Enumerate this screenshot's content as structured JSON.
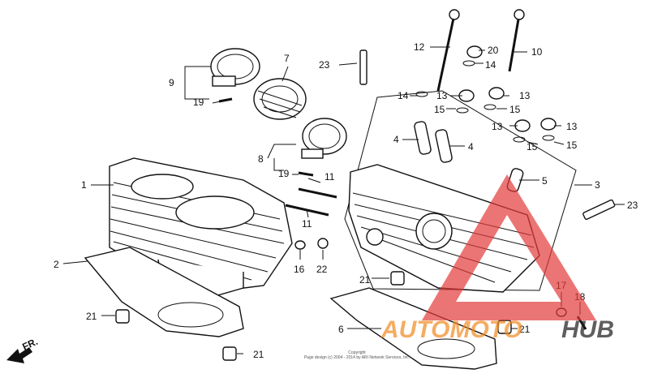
{
  "callouts": [
    {
      "id": "c1",
      "text": "1"
    },
    {
      "id": "c2",
      "text": "2"
    },
    {
      "id": "c3",
      "text": "3"
    },
    {
      "id": "c4a",
      "text": "4"
    },
    {
      "id": "c4b",
      "text": "4"
    },
    {
      "id": "c5",
      "text": "5"
    },
    {
      "id": "c6",
      "text": "6"
    },
    {
      "id": "c7",
      "text": "7"
    },
    {
      "id": "c8",
      "text": "8"
    },
    {
      "id": "c9",
      "text": "9"
    },
    {
      "id": "c10",
      "text": "10"
    },
    {
      "id": "c11a",
      "text": "11"
    },
    {
      "id": "c11b",
      "text": "11"
    },
    {
      "id": "c12",
      "text": "12"
    },
    {
      "id": "c13a",
      "text": "13"
    },
    {
      "id": "c13b",
      "text": "13"
    },
    {
      "id": "c13c",
      "text": "13"
    },
    {
      "id": "c13d",
      "text": "13"
    },
    {
      "id": "c14a",
      "text": "14"
    },
    {
      "id": "c14b",
      "text": "14"
    },
    {
      "id": "c15a",
      "text": "15"
    },
    {
      "id": "c15b",
      "text": "15"
    },
    {
      "id": "c15c",
      "text": "15"
    },
    {
      "id": "c15d",
      "text": "15"
    },
    {
      "id": "c16",
      "text": "16"
    },
    {
      "id": "c17",
      "text": "17"
    },
    {
      "id": "c18",
      "text": "18"
    },
    {
      "id": "c19a",
      "text": "19"
    },
    {
      "id": "c19b",
      "text": "19"
    },
    {
      "id": "c20",
      "text": "20"
    },
    {
      "id": "c21a",
      "text": "21"
    },
    {
      "id": "c21b",
      "text": "21"
    },
    {
      "id": "c21c",
      "text": "21"
    },
    {
      "id": "c21d",
      "text": "21"
    },
    {
      "id": "c22",
      "text": "22"
    },
    {
      "id": "c23a",
      "text": "23"
    },
    {
      "id": "c23b",
      "text": "23"
    }
  ],
  "direction_label": "FR.",
  "watermark": {
    "brand_left": "AUTOMOTO",
    "brand_right": "HUB",
    "red": "#e23b3b",
    "orange": "#f28a1f",
    "dark": "#1b1b1b"
  },
  "copyright": {
    "line1": "Copyright",
    "line2": "Page design (c) 2004 - 2014 by ARI Network Services, Inc."
  }
}
